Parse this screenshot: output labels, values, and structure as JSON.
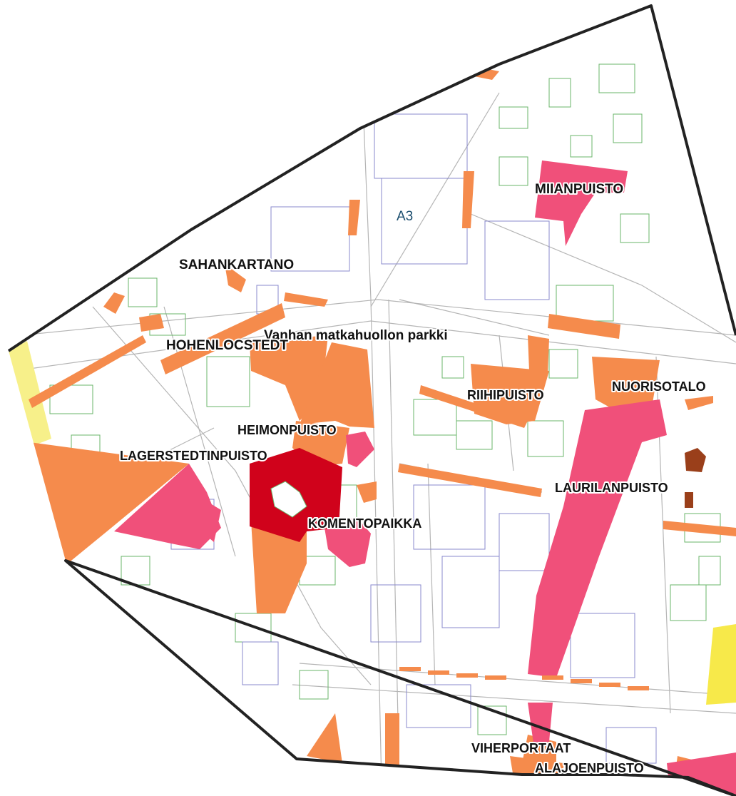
{
  "colors": {
    "boundary": "#222222",
    "orange": "#f58b4c",
    "orange_light": "#f89a63",
    "pink": "#f0507a",
    "red": "#d0021b",
    "yellow": "#f7f08a",
    "grid_text": "#1a4d6e",
    "building_green": "#6ab46a",
    "building_blue": "#8888cc",
    "road_line": "#b0b0b0"
  },
  "map": {
    "grid_label": "A3",
    "area_labels": {
      "miianpuisto": "MIIANPUISTO",
      "sahankartano": "SAHANKARTANO",
      "vanhan_matkahuollon_parkki": "Vanhan matkahuollon parkki",
      "hohenlocstedt": "HOHENLOCSTEDT",
      "riihipuisto": "RIIHIPUISTO",
      "nuorisotalo": "NUORISOTALO",
      "heimonpuisto": "HEIMONPUISTO",
      "lagerstedtinpuisto": "LAGERSTEDTINPUISTO",
      "laurilanpuisto": "LAURILANPUISTO",
      "komentopaikka": "KOMENTOPAIKKA",
      "viherportaat": "VIHERPORTAAT",
      "alajoenpuisto": "ALAJOENPUISTO"
    }
  }
}
